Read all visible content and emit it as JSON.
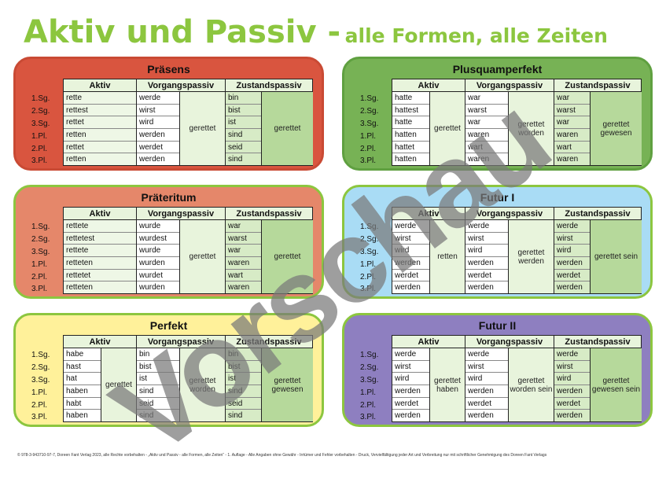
{
  "title": {
    "main": "Aktiv und Passiv -",
    "sub": "alle Formen, alle Zeiten"
  },
  "headers": {
    "aktiv": "Aktiv",
    "vorgang": "Vorgangspassiv",
    "zustand": "Zustandspassiv"
  },
  "persons": [
    "1.Sg.",
    "2.Sg.",
    "3.Sg.",
    "1.Pl.",
    "2.Pl.",
    "3.Pl."
  ],
  "panels": [
    {
      "title": "Präsens",
      "aktiv": [
        "rette",
        "rettest",
        "rettet",
        "retten",
        "rettet",
        "retten"
      ],
      "vorgang_aux": [
        "werde",
        "wirst",
        "wird",
        "werden",
        "werdet",
        "werden"
      ],
      "vorgang_part": "gerettet",
      "zustand_aux": [
        "bin",
        "bist",
        "ist",
        "sind",
        "seid",
        "sind"
      ],
      "zustand_part": "gerettet"
    },
    {
      "title": "Plusquamperfekt",
      "aktiv_aux": [
        "hatte",
        "hattest",
        "hatte",
        "hatten",
        "hattet",
        "hatten"
      ],
      "aktiv_part": "gerettet",
      "vorgang_aux": [
        "war",
        "warst",
        "war",
        "waren",
        "wart",
        "waren"
      ],
      "vorgang_part": "gerettet worden",
      "zustand_aux": [
        "war",
        "warst",
        "war",
        "waren",
        "wart",
        "waren"
      ],
      "zustand_part": "gerettet gewesen"
    },
    {
      "title": "Präteritum",
      "aktiv": [
        "rettete",
        "rettetest",
        "rettete",
        "retteten",
        "rettetet",
        "retteten"
      ],
      "vorgang_aux": [
        "wurde",
        "wurdest",
        "wurde",
        "wurden",
        "wurdet",
        "wurden"
      ],
      "vorgang_part": "gerettet",
      "zustand_aux": [
        "war",
        "warst",
        "war",
        "waren",
        "wart",
        "waren"
      ],
      "zustand_part": "gerettet"
    },
    {
      "title": "Futur I",
      "aktiv_aux": [
        "werde",
        "wirst",
        "wird",
        "werden",
        "werdet",
        "werden"
      ],
      "aktiv_part": "retten",
      "vorgang_aux": [
        "werde",
        "wirst",
        "wird",
        "werden",
        "werdet",
        "werden"
      ],
      "vorgang_part": "gerettet werden",
      "zustand_aux": [
        "werde",
        "wirst",
        "wird",
        "werden",
        "werdet",
        "werden"
      ],
      "zustand_part": "gerettet sein"
    },
    {
      "title": "Perfekt",
      "aktiv_aux": [
        "habe",
        "hast",
        "hat",
        "haben",
        "habt",
        "haben"
      ],
      "aktiv_part": "gerettet",
      "vorgang_aux": [
        "bin",
        "bist",
        "ist",
        "sind",
        "seid",
        "sind"
      ],
      "vorgang_part": "gerettet worden",
      "zustand_aux": [
        "bin",
        "bist",
        "ist",
        "sind",
        "seid",
        "sind"
      ],
      "zustand_part": "gerettet gewesen"
    },
    {
      "title": "Futur II",
      "aktiv_aux": [
        "werde",
        "wirst",
        "wird",
        "werden",
        "werdet",
        "werden"
      ],
      "aktiv_part": "gerettet haben",
      "vorgang_aux": [
        "werde",
        "wirst",
        "wird",
        "werden",
        "werdet",
        "werden"
      ],
      "vorgang_part": "gerettet worden sein",
      "zustand_aux": [
        "werde",
        "wirst",
        "wird",
        "werden",
        "werdet",
        "werden"
      ],
      "zustand_part": "gerettet gewesen sein"
    }
  ],
  "colors": {
    "title": "#8cc63f",
    "praesens": "#d9553f",
    "plusquamperfekt": "#77b255",
    "praeteritum": "#e5876a",
    "futur1": "#a9dcf5",
    "perfekt": "#fff19a",
    "futur2": "#8e7fc0"
  },
  "watermark": "Vorschau",
  "footer": "© 978-3-943710-97-7, Doreen Fant Verlag 2023, alle Rechte vorbehalten - „Aktiv und Passiv - alle Formen, alle Zeiten“ - 1. Auflage - Alle Angaben ohne Gewähr - Irrtümer und Fehler vorbehalten - Druck, Vervielfältigung jeder Art und Verbreitung nur mit schriftlicher Genehmigung des Doreen Fant Verlags"
}
